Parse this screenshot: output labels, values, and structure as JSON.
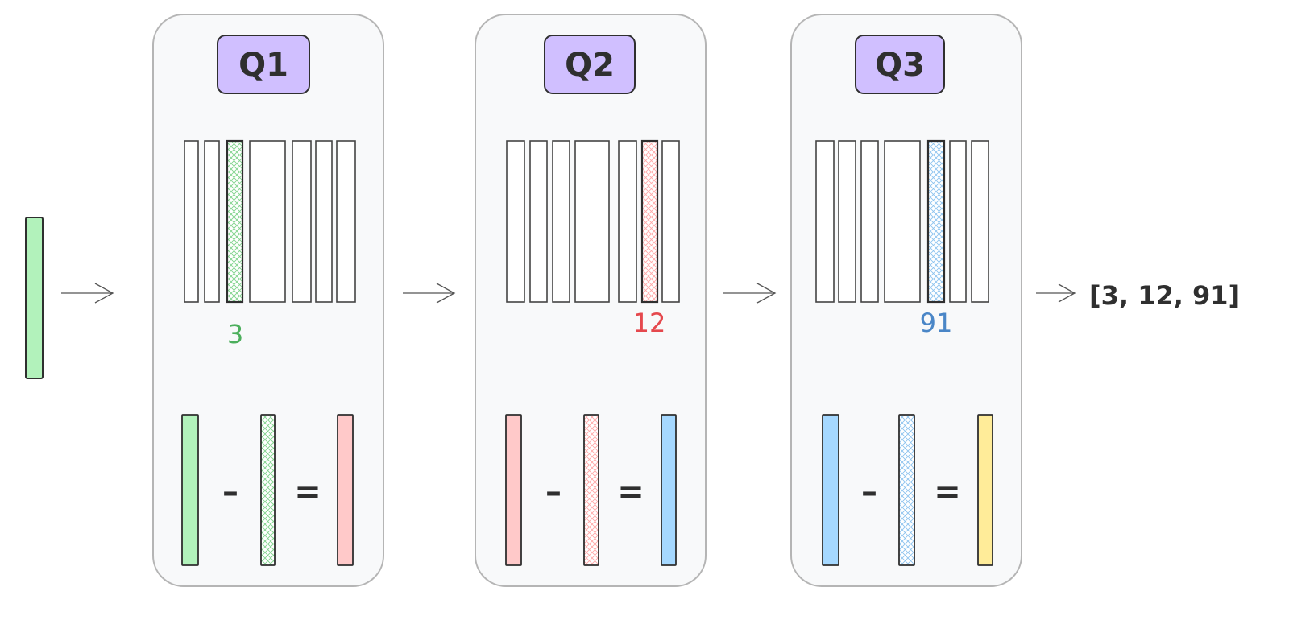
{
  "colors": {
    "stage_bg": "#f8f9fa",
    "stage_border": "#b5b5b5",
    "label_fill": "#d0bfff",
    "ink": "#2f2f2f",
    "green": "#b2f2bb",
    "red": "#ffc9c9",
    "blue": "#a5d8ff",
    "yellow": "#ffec99",
    "green_text": "#4caf5c",
    "red_text": "#e5484d",
    "blue_text": "#4a86c7"
  },
  "input_vector": {
    "color": "green"
  },
  "stages": [
    {
      "label": "Q1",
      "selected_index": "3",
      "selected_color": "green",
      "residual": {
        "input_color": "green",
        "codeword_color": "green",
        "output_color": "red"
      },
      "minus": "–",
      "equals": "="
    },
    {
      "label": "Q2",
      "selected_index": "12",
      "selected_color": "red",
      "residual": {
        "input_color": "red",
        "codeword_color": "red",
        "output_color": "blue"
      },
      "minus": "–",
      "equals": "="
    },
    {
      "label": "Q3",
      "selected_index": "91",
      "selected_color": "blue",
      "residual": {
        "input_color": "blue",
        "codeword_color": "blue",
        "output_color": "yellow"
      },
      "minus": "–",
      "equals": "="
    }
  ],
  "result": "[3, 12, 91]"
}
